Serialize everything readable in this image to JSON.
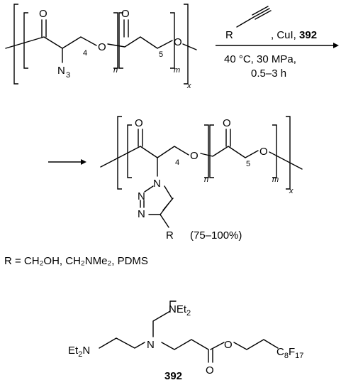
{
  "reaction": {
    "reagent_R": "R",
    "reagent_rest": ", CuI, ",
    "catalyst_ref": "392",
    "conditions_line1": "40 °C, 30 MPa,",
    "conditions_line2": "0.5–3 h"
  },
  "labels": {
    "O": "O",
    "N": "N",
    "N3_main": "N",
    "N3_sub": "3",
    "n": "n",
    "m": "m",
    "x": "x",
    "sub4": "4",
    "sub5": "5",
    "R": "R",
    "yield": "(75–100%)"
  },
  "r_definition": "R = CH₂OH, CH₂NMe₂, PDMS",
  "compound392": {
    "NEt2_top": "NEt",
    "NEt2_sub": "2",
    "Et2N_left_a": "Et",
    "Et2N_left_sub": "2",
    "Et2N_left_b": "N",
    "N_center": "N",
    "O_ester": "O",
    "O_carbonyl": "O",
    "C8F17_C": "C",
    "C8F17_8": "8",
    "C8F17_F": "F",
    "C8F17_17": "17",
    "label": "392"
  }
}
